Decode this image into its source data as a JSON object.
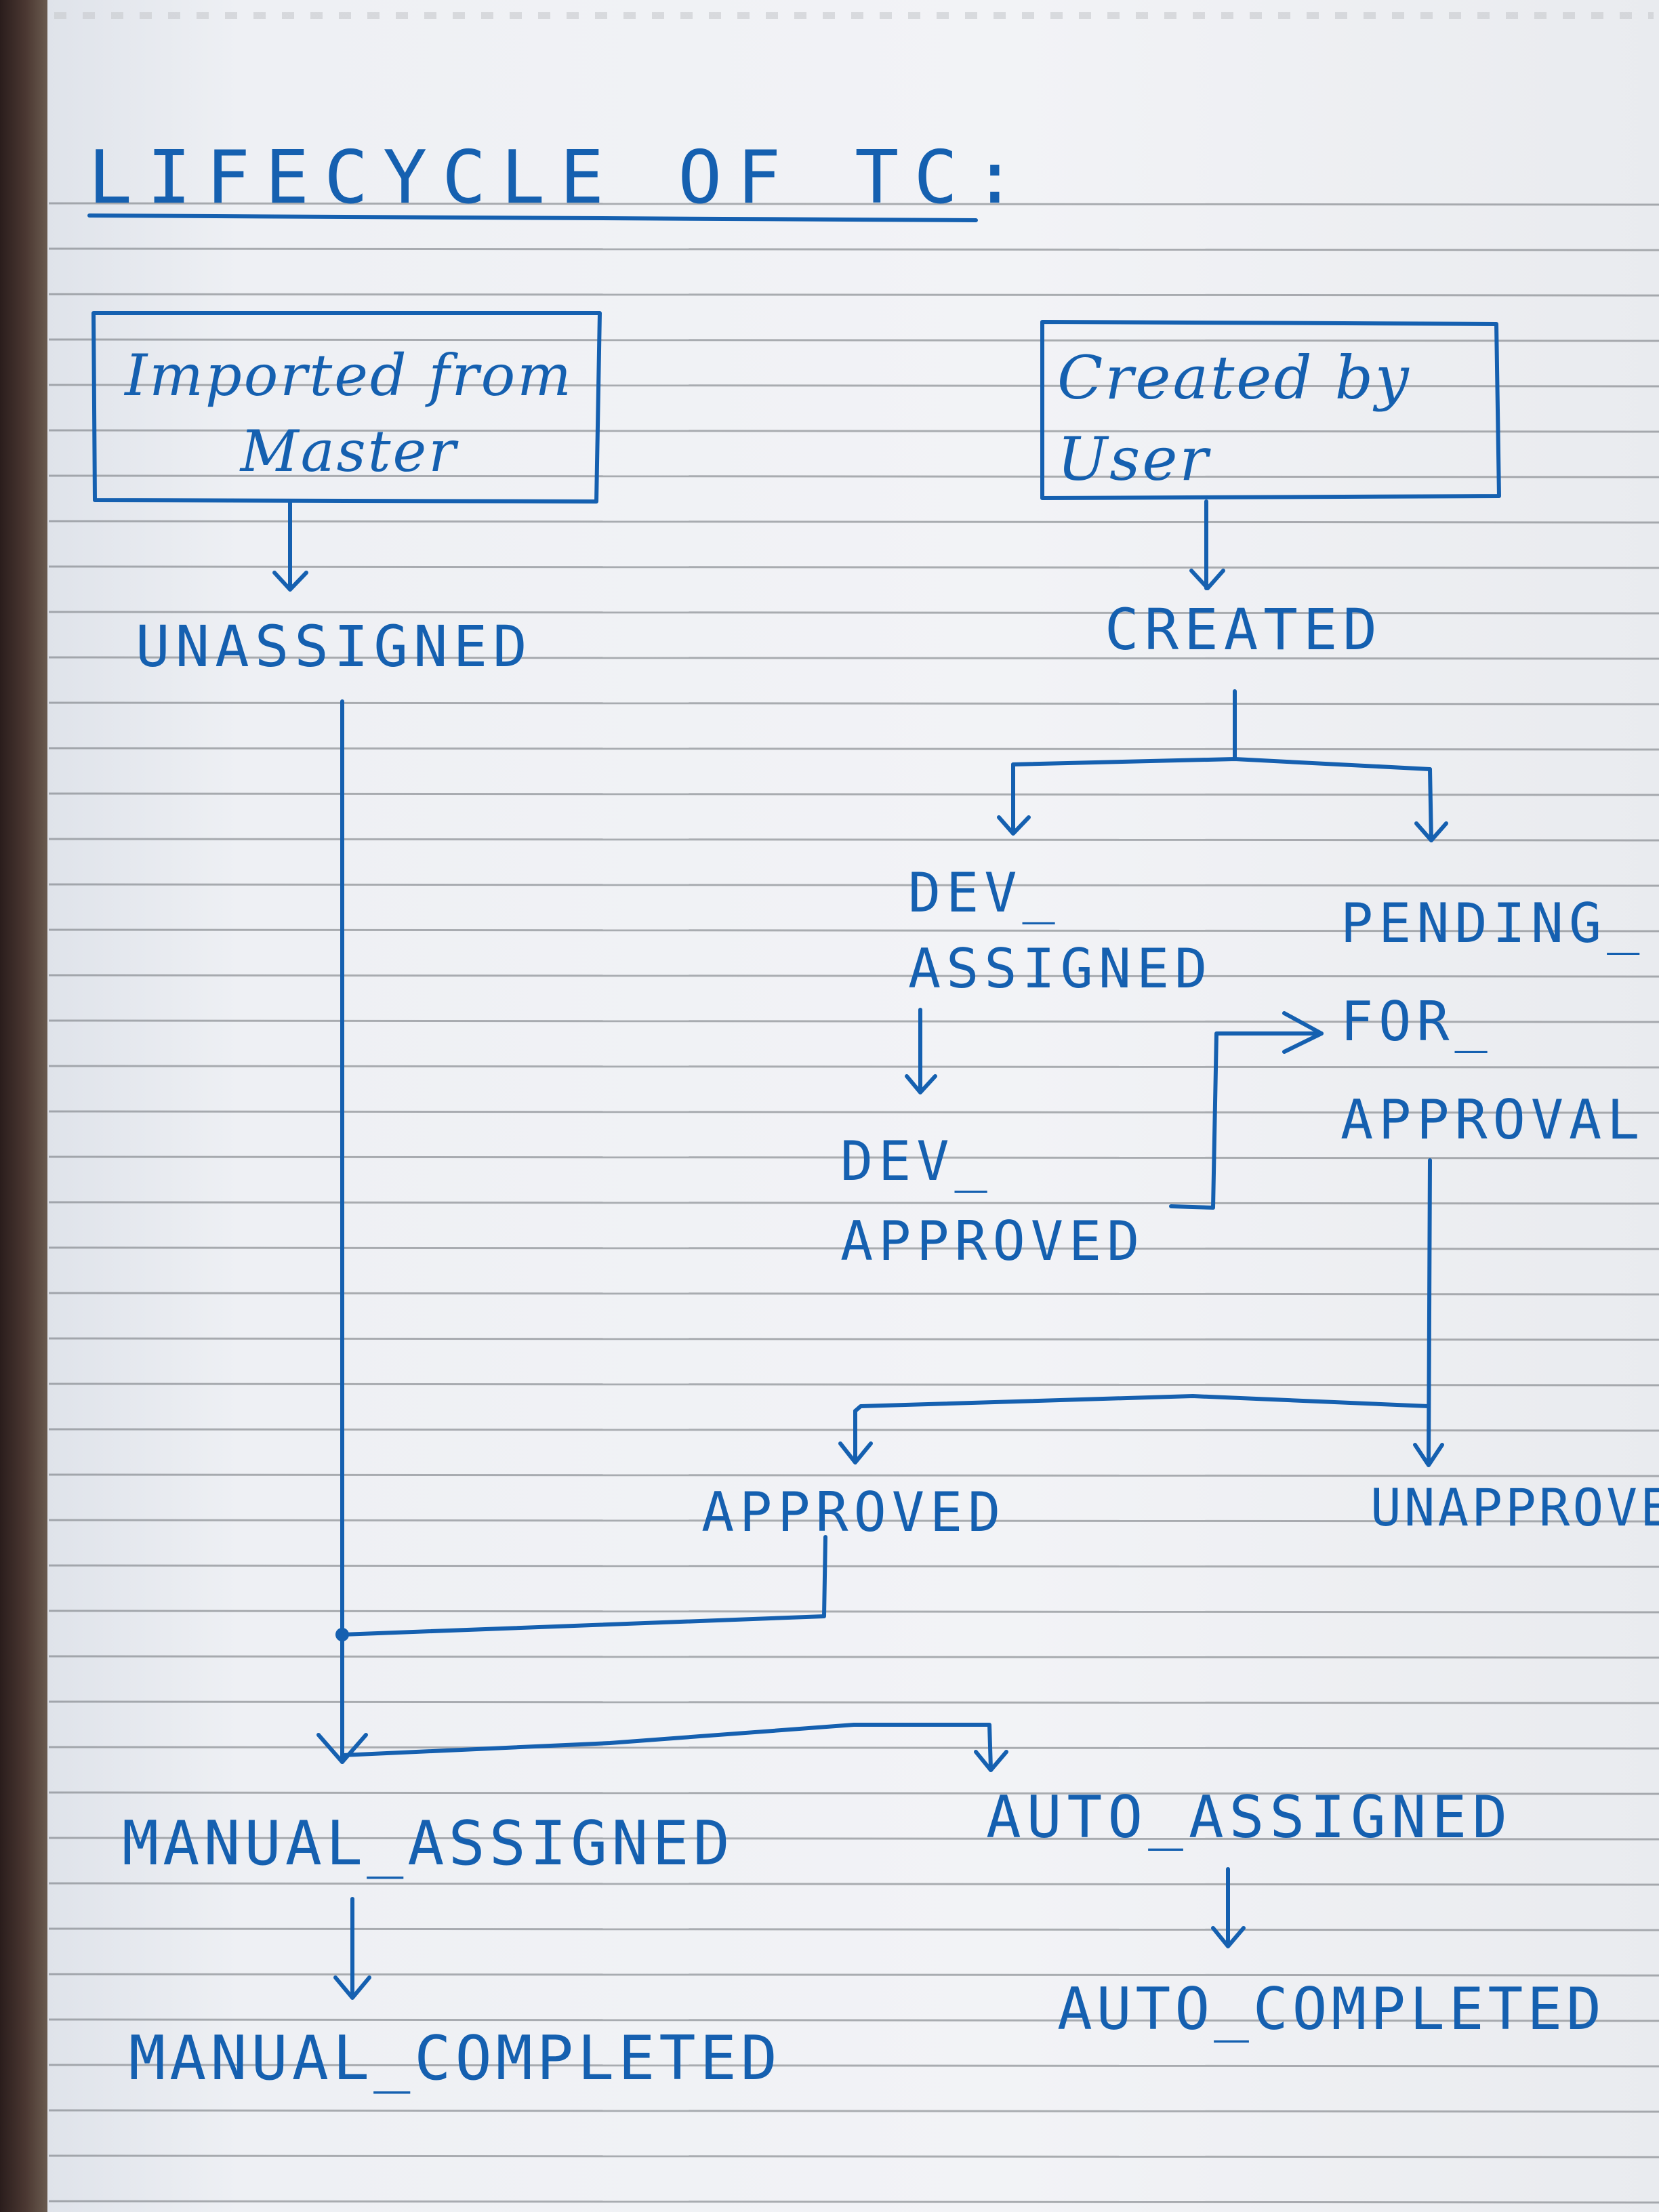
{
  "diagram": {
    "title": "LIFECYCLE OF TC:",
    "nodes": {
      "imported_from_master": "Imported from Master",
      "created_by_user": "Created by User",
      "unassigned": "UNASSIGNED",
      "created": "CREATED",
      "dev_assigned": "DEV_ ASSIGNED",
      "pending_for_approval": "PENDING_ FOR_ APPROVAL",
      "dev_approved": "DEV_ APPROVED",
      "approved": "APPROVED",
      "unapproved": "UNAPPROVE",
      "manual_assigned": "MANUAL_ASSIGNED",
      "auto_assigned": "AUTO_ASSIGNED",
      "manual_completed": "MANUAL_COMPLETED",
      "auto_completed": "AUTO_COMPLETED"
    },
    "ink_color": "#1560b0",
    "paper_line_color": "#6f7378"
  }
}
